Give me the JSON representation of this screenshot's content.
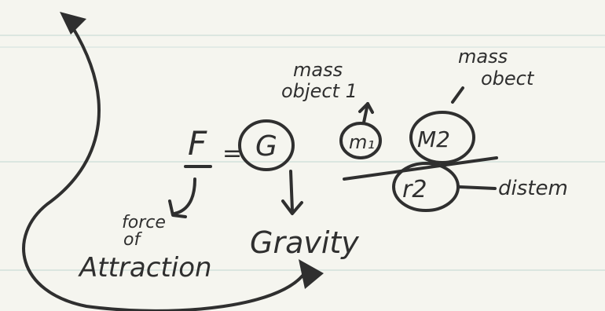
{
  "colors": {
    "paper": "#f5f5ef",
    "rule": "#dbe6e0",
    "ink": "#2f2f2f"
  },
  "formula": {
    "F": "F",
    "equals": "=",
    "G": "G",
    "m1": "m₁",
    "m2": "M2",
    "r2": "r2"
  },
  "labels": {
    "mass_object_1_line1": "mass",
    "mass_object_1_line2": "object 1",
    "mass_object_2_line1": "mass",
    "mass_object_2_line2": "obect",
    "force_of_line1": "force",
    "force_of_line2": "of",
    "attraction": "Attraction",
    "gravity": "Gravity",
    "distance": "distem"
  }
}
